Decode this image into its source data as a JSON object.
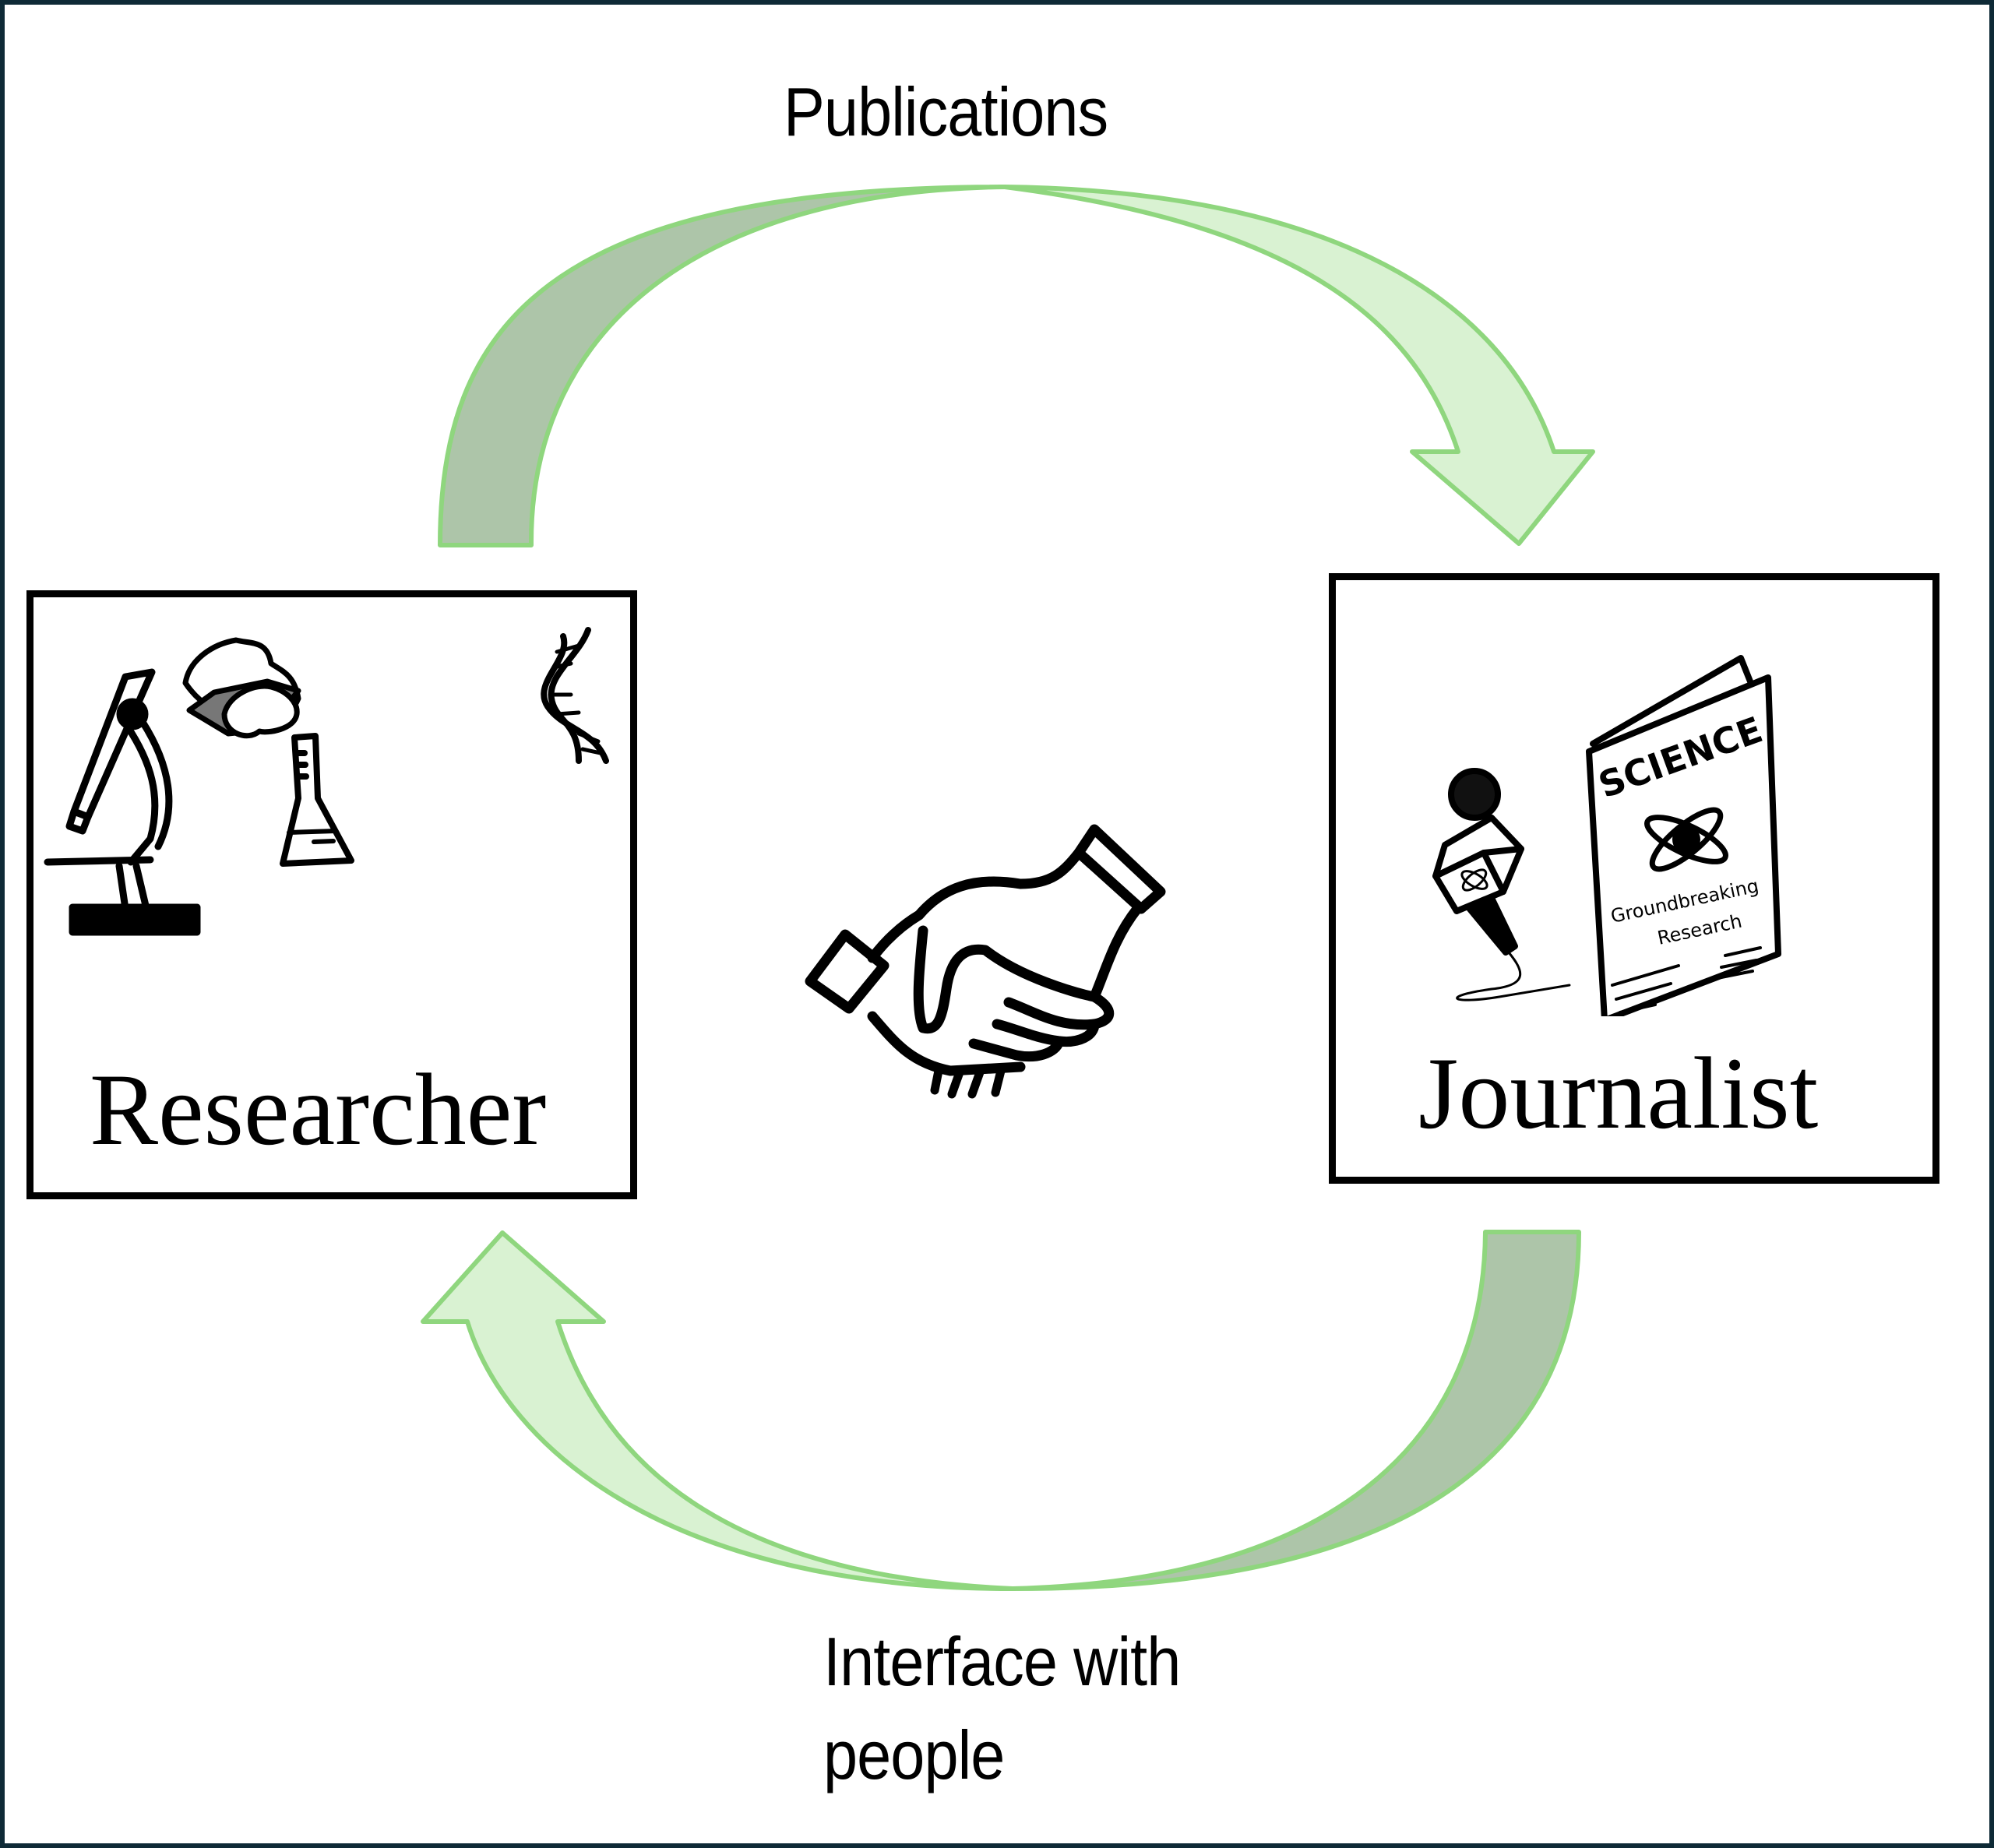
{
  "diagram": {
    "top_arrow_label": "Publications",
    "bottom_arrow_label_line1": "Interface with",
    "bottom_arrow_label_line2": "people",
    "left_node": {
      "title": "Researcher",
      "icons": [
        "microscope-icon",
        "safety-goggles-icon",
        "erlenmeyer-flask-icon",
        "dna-helix-icon"
      ]
    },
    "right_node": {
      "title": "Journalist",
      "magazine_masthead": "SCIENCE",
      "magazine_headline_line1": "Groundbreaking",
      "magazine_headline_line2": "Research",
      "icons": [
        "microphone-icon",
        "science-magazine-icon"
      ]
    },
    "center_icon": "handshake-icon",
    "colors": {
      "arrow_outline": "#8fd67e",
      "arrow_light_fill": "#d9f2d2",
      "arrow_dark_fill": "#adc5a9",
      "frame_border": "#0e2a36",
      "ink": "#000000"
    }
  }
}
